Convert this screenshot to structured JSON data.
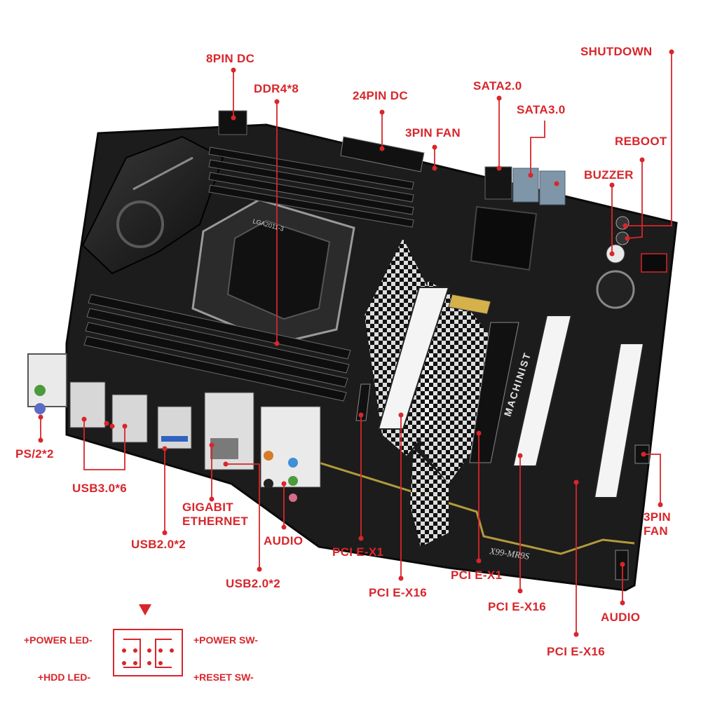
{
  "board": {
    "brand": "MACHINIST",
    "model": "X99-MR9S",
    "socket_mark": "LGA2011-3"
  },
  "labels": {
    "dc8pin": "8PIN DC",
    "ddr4": "DDR4*8",
    "dc24pin": "24PIN DC",
    "sata2": "SATA2.0",
    "sata3": "SATA3.0",
    "fan3pin_top": "3PIN FAN",
    "shutdown": "SHUTDOWN",
    "reboot": "REBOOT",
    "buzzer": "BUZZER",
    "ps2": "PS/2*2",
    "usb30": "USB3.0*6",
    "gigabit_l1": "GIGABIT",
    "gigabit_l2": "ETHERNET",
    "usb20_a": "USB2.0*2",
    "audio_rear": "AUDIO",
    "usb20_b": "USB2.0*2",
    "pcie_x1_a": "PCI E-X1",
    "pcie_x16_a": "PCI E-X16",
    "pcie_x1_b": "PCI E-X1",
    "pcie_x16_b": "PCI E-X16",
    "pcie_x16_c": "PCI E-X16",
    "audio_header": "AUDIO",
    "fan3pin_right_l1": "3PIN",
    "fan3pin_right_l2": "FAN"
  },
  "front_panel": {
    "power_led": "+POWER LED-",
    "power_sw": "+POWER SW-",
    "hdd_led": "+HDD LED-",
    "reset_sw": "+RESET SW-"
  },
  "colors": {
    "label_red": "#d8262b",
    "board_black": "#1b1b1b",
    "slot_white": "#f4f4f4",
    "accent_gold": "#b49a3c",
    "sata_blue": "#7f96a8"
  }
}
